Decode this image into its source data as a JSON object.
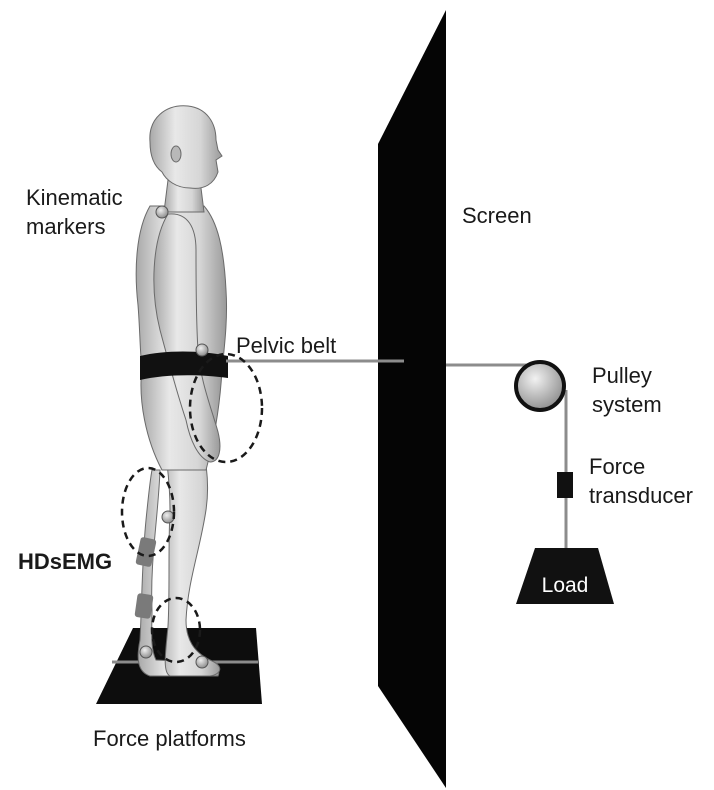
{
  "labels": {
    "kinematic_line1": "Kinematic",
    "kinematic_line2": "markers",
    "screen": "Screen",
    "pelvic_belt": "Pelvic belt",
    "pulley_line1": "Pulley",
    "pulley_line2": "system",
    "force_line1": "Force",
    "force_line2": "transducer",
    "hdsemg": "HDsEMG",
    "load": "Load",
    "force_platforms": "Force platforms"
  },
  "colors": {
    "screen": "#050505",
    "cable": "#8c8c8c",
    "body": "#d9d9d9",
    "belt": "#111111",
    "marker": "#b5b5b5",
    "emg_patch": "#7a7a7a",
    "platform": "#0d0d0d",
    "load": "#111111",
    "pulley": "#bdbdbd"
  }
}
